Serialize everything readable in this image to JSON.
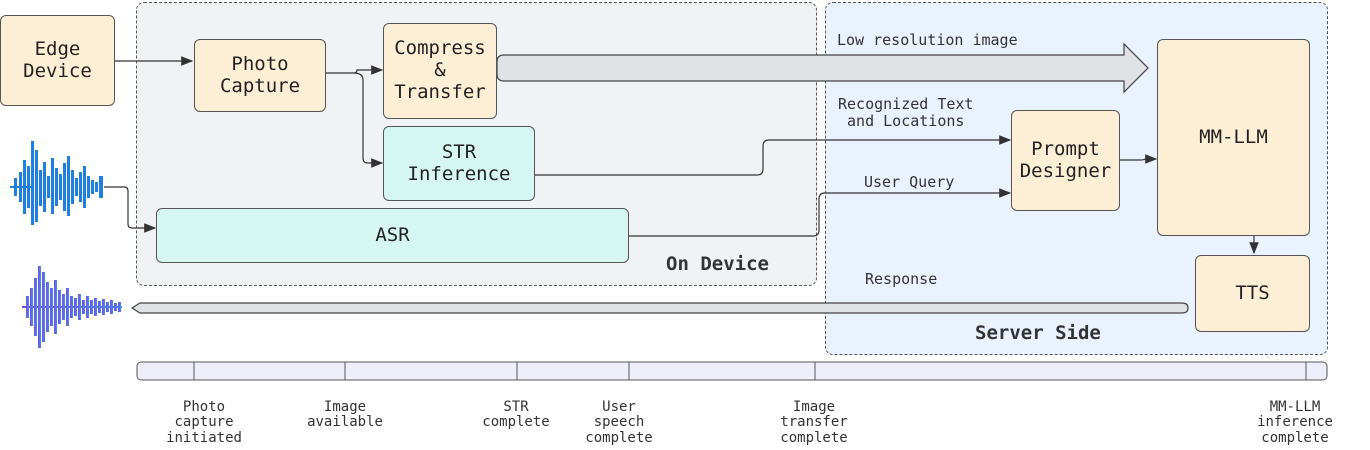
{
  "regions": {
    "on_device": "On Device",
    "server_side": "Server Side"
  },
  "nodes": {
    "edge_device": "Edge\nDevice",
    "photo_capture": "Photo\nCapture",
    "compress_transfer": "Compress\n&\nTransfer",
    "str_inference": "STR\nInference",
    "asr": "ASR",
    "prompt_designer": "Prompt\nDesigner",
    "mm_llm": "MM-LLM",
    "tts": "TTS"
  },
  "edge_labels": {
    "low_res": "Low resolution image",
    "recognized": "Recognized Text\nand Locations",
    "user_query": "User Query",
    "response": "Response"
  },
  "timeline": {
    "milestones": [
      "Photo\ncapture\ninitiated",
      "Image\navailable",
      "STR\ncomplete",
      "User\nspeech\ncomplete",
      "Image\ntransfer\ncomplete",
      "MM-LLM inference\ncomplete"
    ]
  },
  "colors": {
    "node_orange": "#fdefd5",
    "node_teal": "#d6f6f1",
    "on_device_bg": "#f1f2f4",
    "server_bg": "#e9f2fe",
    "input_wave": "#1f7fe0",
    "output_wave": "#7b4de0"
  }
}
